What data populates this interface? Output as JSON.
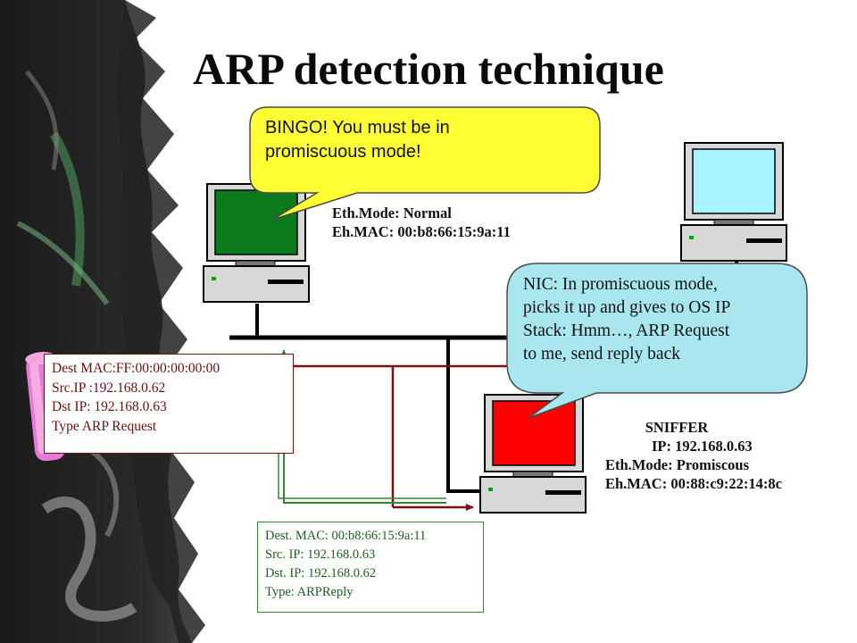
{
  "slide": {
    "title": "ARP detection technique"
  },
  "hosts": {
    "normal": {
      "line1": "Eth.Mode: Normal",
      "line2": "Eh.MAC: 00:b8:66:15:9a:11"
    },
    "sniffer": {
      "name": "SNIFFER",
      "ip": "IP: 192.168.0.63",
      "mode": "Eth.Mode: Promiscous",
      "mac": "Eh.MAC: 00:88:c9:22:14:8c"
    }
  },
  "packets": {
    "request": {
      "lines": [
        "Dest MAC:FF:00:00:00:00:00",
        "Src.IP :192.168.0.62",
        "Dst IP: 192.168.0.63",
        "Type ARP Request"
      ]
    },
    "reply": {
      "lines": [
        "Dest. MAC: 00:b8:66:15:9a:11",
        "Src. IP: 192.168.0.63",
        "Dst. IP: 192.168.0.62",
        "Type: ARPReply"
      ]
    }
  },
  "callouts": {
    "bingo": {
      "lines": [
        "BINGO! You must be in",
        "promiscuous mode!"
      ]
    },
    "nic": {
      "lines": [
        "NIC: In promiscuous mode,",
        "picks it up and gives to OS IP",
        "Stack: Hmm…, ARP Request",
        "to me, send reply back"
      ]
    }
  },
  "colors": {
    "screen_normal": "#0a7a1a",
    "screen_sniffer": "#ff0000",
    "screen_third": "#a8f4ff",
    "bubble_yellow": "#ffff33",
    "bubble_blue": "#a8e6f0",
    "request_path": "#7a1010",
    "reply_path": "#2e8b2e"
  }
}
